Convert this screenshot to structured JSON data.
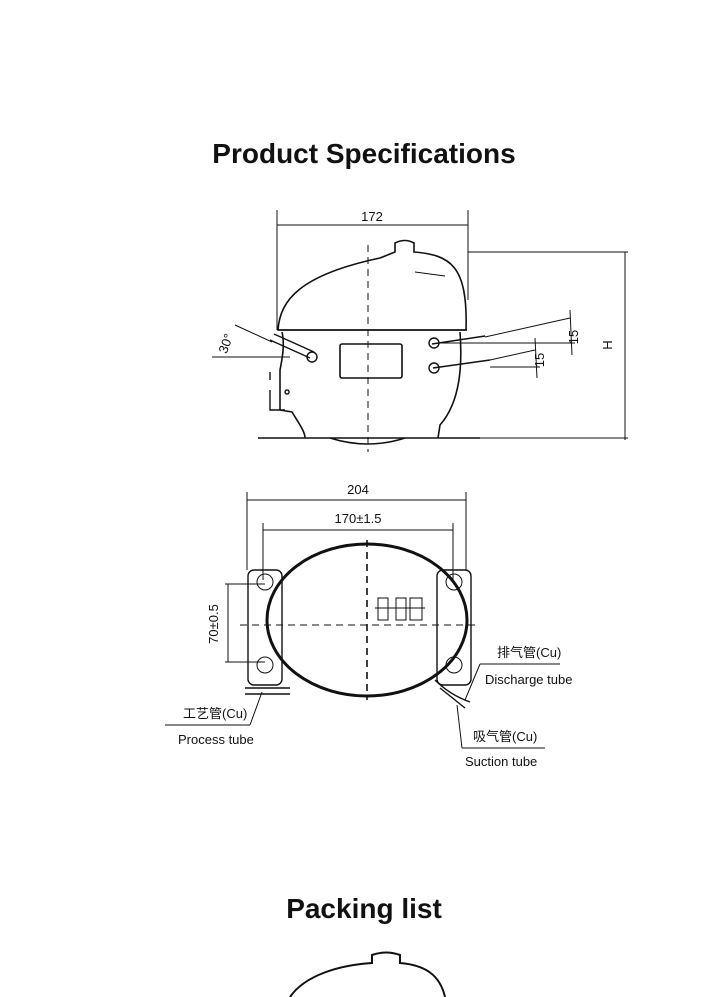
{
  "sections": {
    "specs_title": "Product Specifications",
    "packing_title": "Packing list"
  },
  "side_view": {
    "width_dim": "172",
    "angle_dim": "30°",
    "tube_dim_1": "15",
    "tube_dim_2": "15",
    "height_dim": "H"
  },
  "top_view": {
    "overall_width": "204",
    "mount_spacing": "170±1.5",
    "mount_depth": "70±0.5",
    "discharge_cn": "排气管(Cu)",
    "discharge_en": "Discharge tube",
    "process_cn": "工艺管(Cu)",
    "process_en": "Process tube",
    "suction_cn": "吸气管(Cu)",
    "suction_en": "Suction tube"
  }
}
